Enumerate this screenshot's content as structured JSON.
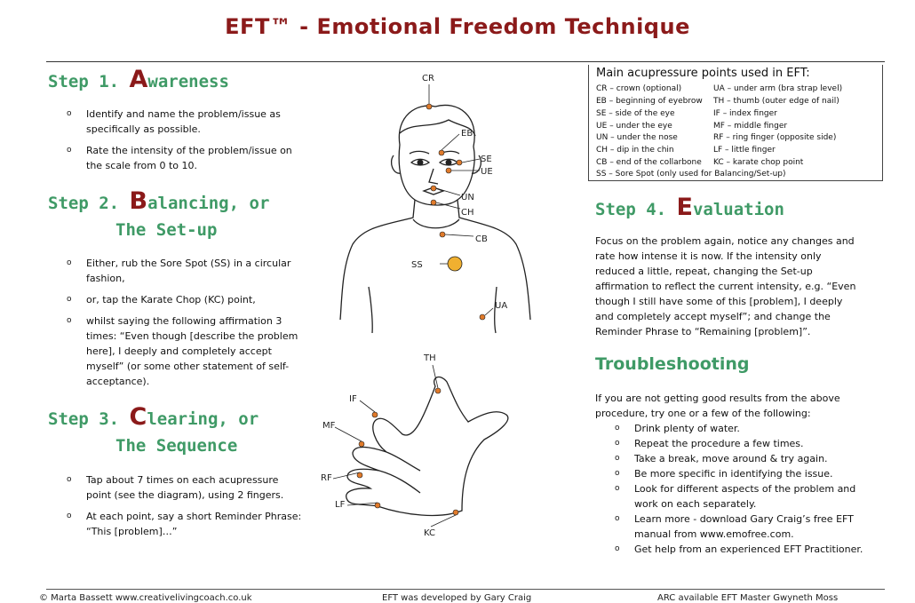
{
  "title": "EFT™ - Emotional Freedom Technique",
  "steps": {
    "s1": {
      "prefix": "Step 1. ",
      "cap": "A",
      "rest": "wareness",
      "items": [
        "Identify and name the problem/issue as specifically as possible.",
        "Rate the intensity of the problem/issue on the scale from 0 to 10."
      ]
    },
    "s2": {
      "prefix": "Step 2. ",
      "cap": "B",
      "rest": "alancing, or",
      "line2": "The Set-up",
      "items": [
        "Either, rub the Sore Spot (SS) in a circular fashion,",
        "or, tap the Karate Chop (KC) point,",
        "whilst saying the following affirmation 3 times: “Even though [describe the problem here], I deeply and completely accept myself” (or some other statement of self-acceptance)."
      ]
    },
    "s3": {
      "prefix": "Step 3. ",
      "cap": "C",
      "rest": "learing, or",
      "line2": "The Sequence",
      "items": [
        "Tap about 7 times on each acupressure point (see the diagram), using 2 fingers.",
        "At each point, say a short Reminder Phrase: “This [problem]…”"
      ]
    },
    "s4": {
      "prefix": "Step 4. ",
      "cap": "E",
      "rest": "valuation",
      "text": "Focus on the problem again, notice any changes and rate how intense it is now. If the intensity only reduced a little, repeat, changing the Set-up affirmation to reflect the current intensity, e.g. “Even though I still have some of this [problem], I deeply and completely accept myself”; and change the Reminder Phrase to “Remaining [problem]”."
    }
  },
  "points_box": {
    "title": "Main acupressure points used in EFT:",
    "left": [
      "CR – crown (optional)",
      "EB – beginning of eyebrow",
      "SE – side of the eye",
      "UE – under the eye",
      "UN – under the nose",
      "CH – dip in the chin",
      "CB – end of the collarbone"
    ],
    "right": [
      "UA – under arm (bra strap level)",
      "TH – thumb (outer edge of nail)",
      "IF – index finger",
      "MF – middle finger",
      "RF – ring finger (opposite side)",
      "LF – little finger",
      "KC – karate chop point"
    ],
    "last": "SS – Sore Spot (only used for Balancing/Set-up)"
  },
  "troubleshooting": {
    "heading": "Troubleshooting",
    "intro": "If you are not getting good results from the above procedure, try one or a few of the following:",
    "items": [
      "Drink plenty of water.",
      "Repeat the procedure a few times.",
      "Take a break, move around & try again.",
      "Be more specific in identifying the issue.",
      "Look for different aspects of the problem and work on each separately.",
      "Learn more - download Gary Craig’s free EFT manual from www.emofree.com.",
      "Get help from an experienced EFT Practitioner."
    ],
    "link": "www.emofree.com"
  },
  "diagram": {
    "labels": [
      "CR",
      "EB",
      "SE",
      "UE",
      "UN",
      "CH",
      "CB",
      "SS",
      "UA",
      "TH",
      "IF",
      "MF",
      "RF",
      "LF",
      "KC"
    ]
  },
  "footer": {
    "left": "© Marta Bassett www.creativelivingcoach.co.uk",
    "center": "EFT was developed by Gary Craig",
    "right": "ARC available EFT Master Gwyneth Moss"
  },
  "colors": {
    "title": "#8b1a1a",
    "heading": "#3f9a66",
    "point": "#e07a2a",
    "sore_spot": "#f0b030"
  }
}
